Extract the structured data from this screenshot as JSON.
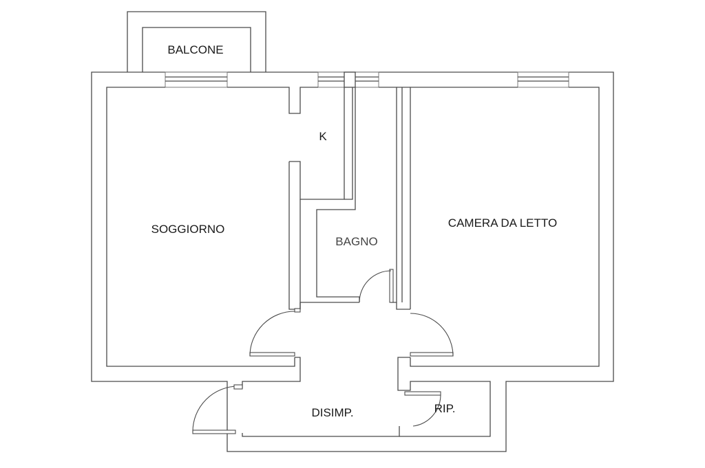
{
  "rooms": {
    "balcone": "BALCONE",
    "kitchen": "K",
    "soggiorno": "SOGGIORNO",
    "bagno": "BAGNO",
    "camera": "CAMERA DA LETTO",
    "disimpegno": "DISIMP.",
    "ripostiglio": "RIP."
  }
}
